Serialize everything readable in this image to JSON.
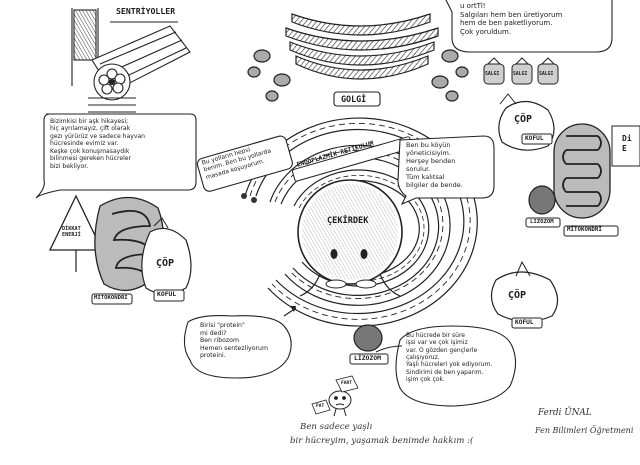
{
  "labels": {
    "sentriyoller": "SENTRİYOLLER",
    "golgi": "GOLGİ",
    "cekirdek": "ÇEKİRDEK",
    "er": "ENDOPLAZMİK RETİKULUM",
    "lizozom_center": "LİZOZOM",
    "lizozom_right": "LİZOZOM",
    "mitokondri_left": "MİTOKONDRİ",
    "mitokondri_right": "MİTOKONDRİ",
    "koful_left": "KOFUL",
    "koful_right_top": "KOFUL",
    "koful_right_bottom": "KOFUL",
    "cop_left": "ÇÖP",
    "cop_right_top": "ÇÖP",
    "cop_right_bottom": "ÇÖP",
    "dikkat_sign": "DİKKAT\nENERJİ",
    "salgi": "SALGI",
    "edge_right": "Di\nE",
    "fart": "FART",
    "pat": "PAT"
  },
  "bubbles": {
    "golgi": "u ortTl!\nSalgıları hem ben üretiyorum\nhem de ben paketliyorum.\nÇok yoruldum.",
    "sentriyol": "Bizimkisi bir aşk hikayesi;\nhiç ayrılamayız, çift olarak\ngezı yürürüz ve sadece hayvan\nhücresinde evimiz var.\nKeşke çok konuşmasaydık\nbilinmesi gereken hücreler\nbizi bekliyor.",
    "ribozom": "Bu yolların hepsi\nbenim. Ben bu yollarda\nmasada koşuyorum.",
    "cekirdek": "Ben bu köyün\nyöneticisiyim.\nHerşey benden\nsorulur.\nTüm kalıtsal\nbilgiler de bende.",
    "protein": "Birisi \"protein\"\nmi dedi?\nBen ribozom\nHemen sentezliyorum\nproteini.",
    "lizozom": "Bu hücrede bir süre\nişsi var ve çok işimiz\nvar. O gözden gençlerle\nçalışıyoruz.\nYaşlı hücreleri yok ediyorum.\nSindirimi de ben yaparım.\nişim çok çok."
  },
  "footer": {
    "line1": "Ben sadece yaşlı",
    "line2": "bir hücreyim, yaşamak benimde hakkım :(",
    "name": "Ferdi ÜNAL",
    "title": "Fen Bilimleri Öğretmeni"
  }
}
